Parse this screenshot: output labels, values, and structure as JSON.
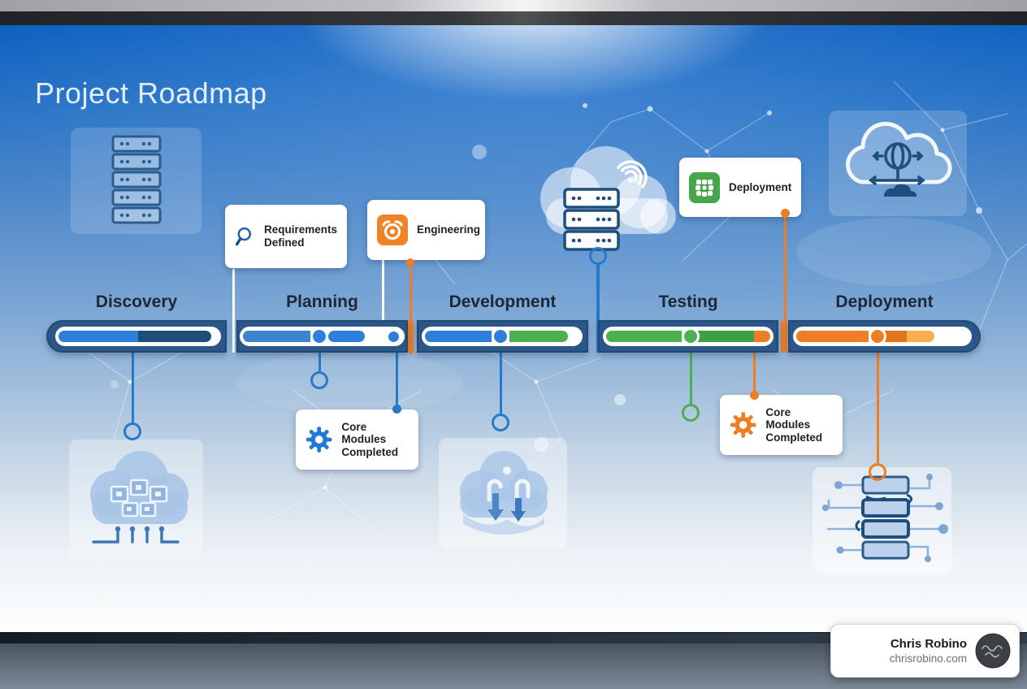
{
  "slide": {
    "title": "Project Roadmap"
  },
  "timeline": {
    "phases": [
      {
        "label": "Discovery",
        "segments": [
          {
            "color": "#2e7fd9",
            "to": 0.48
          },
          {
            "color": "#1d4e7a",
            "to": 0.93
          }
        ]
      },
      {
        "label": "Planning",
        "segments": [
          {
            "color": "#3d84d0",
            "to": 0.43
          },
          {
            "color": "#2e7fd9",
            "to": 0.76
          }
        ],
        "marker_color": "#2e7fd9"
      },
      {
        "label": "Development",
        "segments": [
          {
            "color": "#2e7fd9",
            "to": 0.44
          },
          {
            "color": "#4caf50",
            "to": 0.9
          }
        ],
        "marker_color": "#2e7fd9"
      },
      {
        "label": "Testing",
        "segments": [
          {
            "color": "#4caf50",
            "to": 0.46
          },
          {
            "color": "#3da045",
            "to": 0.88
          },
          {
            "color": "#ef7d23",
            "to": 0.97
          }
        ],
        "marker_color": "#4caf50"
      },
      {
        "label": "Deployment",
        "segments": [
          {
            "color": "#ef7d23",
            "to": 0.45
          },
          {
            "color": "#e4731c",
            "to": 0.62
          },
          {
            "color": "#f6b14e",
            "to": 0.77
          }
        ],
        "marker_color": "#ef7d23"
      }
    ]
  },
  "callouts": {
    "requirements": {
      "line1": "Requirements",
      "line2": "Defined",
      "icon": "magnifier-icon",
      "accent": "#1b65a8"
    },
    "engineering": {
      "line1": "Engineering",
      "icon": "camera-timer-icon",
      "accent": "#f08227"
    },
    "deployment": {
      "line1": "Deployment",
      "icon": "dot-grid-icon",
      "accent": "#46a64a"
    },
    "core_modules_blue": {
      "line1": "Core Modules",
      "line2": "Completed",
      "icon": "gear-icon",
      "accent": "#1f7ad4"
    },
    "core_modules_orange": {
      "line1": "Core Modules",
      "line2": "Completed",
      "icon": "gear-icon",
      "accent": "#ef7d23"
    }
  },
  "footer_card": {
    "name": "Chris Robino",
    "website": "chrisrobino.com",
    "icon": "avatar-logo"
  },
  "decor_icons": [
    "server-rack-icon",
    "cloud-server-wifi-icon",
    "cloud-network-globe-icon",
    "cloud-chips-icon",
    "cloud-download-icon",
    "flowchart-stack-icon"
  ],
  "colors": {
    "bar_casing": "#2a5787",
    "slide_top": "#0d60c0",
    "accent_blue": "#2e7fd9",
    "accent_green": "#4caf50",
    "accent_orange": "#ef7d23"
  }
}
